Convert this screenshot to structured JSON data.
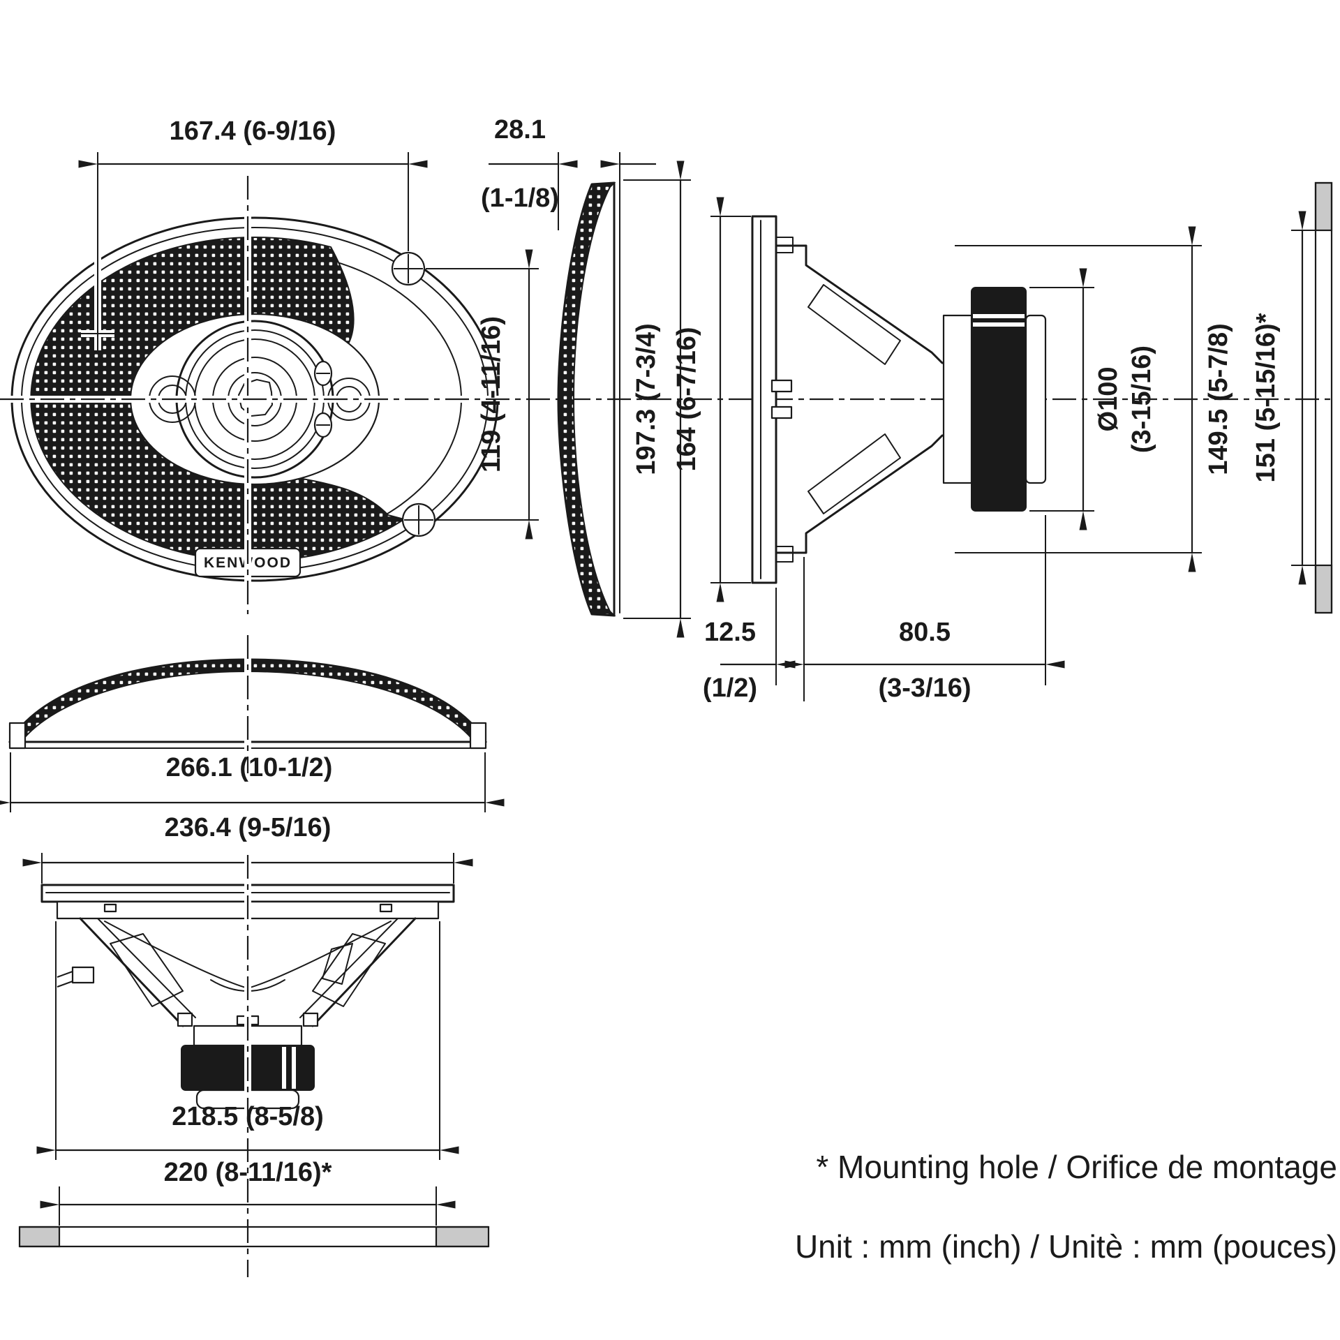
{
  "colors": {
    "ink": "#1a1a1a",
    "panel_fill": "#c9c9c9",
    "background": "#ffffff"
  },
  "brand_label": "KENWOOD",
  "dimensions": {
    "front_width": {
      "label": "167.4 (6-9/16)"
    },
    "grille_depth": {
      "mm": "28.1",
      "inch": "(1-1/8)"
    },
    "screw_span": {
      "label": "119 (4-11/16)"
    },
    "grille_height": {
      "label": "197.3 (7-3/4)"
    },
    "frame_height": {
      "label": "164 (6-7/16)"
    },
    "magnet_diameter": {
      "mm": "Ø100",
      "inch": "(3-15/16)"
    },
    "unit_outer_height": {
      "label": "149.5 (5-7/8)"
    },
    "mounting_hole_height": {
      "label": "151 (5-15/16)*"
    },
    "front_protrusion": {
      "mm": "12.5",
      "inch": "(1/2)"
    },
    "mounting_depth": {
      "mm": "80.5",
      "inch": "(3-3/16)"
    },
    "overall_width": {
      "label": "266.1 (10-1/2)"
    },
    "flange_width": {
      "label": "236.4 (9-5/16)"
    },
    "unit_width": {
      "label": "218.5 (8-5/8)"
    },
    "mounting_hole_width": {
      "label": "220 (8-11/16)*"
    }
  },
  "notes": {
    "mounting_hole": "* Mounting hole / Orifice de montage",
    "units": "Unit : mm (inch) / Unitè : mm (pouces)"
  }
}
